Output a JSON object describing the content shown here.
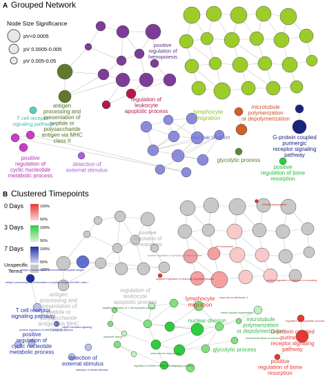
{
  "panel_a": {
    "letter": "A",
    "title": "Grouped Network",
    "legend": {
      "title": "Node Size Significance",
      "items": [
        "pV<0.0005",
        "pV 0.0005-0.005",
        "pV 0.005-0.05"
      ]
    },
    "labels": {
      "hemopoiesis": [
        "positive",
        "regulation of",
        "hemopoiesis"
      ],
      "lymphocyte": [
        "lymphocyte",
        "migration"
      ],
      "antigen": [
        "antigen",
        "processing and",
        "presentation of",
        "peptide or",
        "polysaccharide",
        "antigen via MHC",
        "class II"
      ],
      "leukocyte": [
        "regulation of",
        "leukocyte",
        "apoptotic process"
      ],
      "microtubule": [
        "microtubule",
        "polymerization",
        "or depolymerization"
      ],
      "tcell": [
        "T cell receptor",
        "signaling pathway"
      ],
      "purinergic": [
        "G-protein coupled",
        "purinergic",
        "receptor signaling",
        "pathway"
      ],
      "nuclear": [
        "nuclear division"
      ],
      "cyclic": [
        "positive",
        "regulation of",
        "cyclic nucleotide",
        "metabolic process"
      ],
      "detection": [
        "detection of",
        "external stimulus"
      ],
      "glycolytic": [
        "glycolytic process"
      ],
      "bone": [
        "positive",
        "regulation of bone",
        "resorption"
      ]
    },
    "colors": {
      "purple": "#7d3c98",
      "green": "#9ccc2a",
      "olive": "#5f7a2d",
      "crimson": "#b5174a",
      "blue": "#8b8bdc",
      "orange": "#d35f2a",
      "navy": "#1a237e",
      "magenta": "#c93dc6",
      "teal": "#59d0c4",
      "violet": "#a95ee0",
      "darkgreen": "#5a8a3a",
      "brightgreen": "#2ecc40"
    }
  },
  "panel_b": {
    "letter": "B",
    "title": "Clustered Timepoints",
    "legend": {
      "groups": [
        {
          "label": "0 Days",
          "top": "100%",
          "bottom": "50%",
          "color": "#e53935"
        },
        {
          "label": "3 Days",
          "top": "100%",
          "bottom": "50%",
          "color": "#2ecc40"
        },
        {
          "label": "7 Days",
          "top": "100%",
          "bottom": "50%",
          "color": "#1e2fa0"
        }
      ],
      "unspecific": [
        "Unspecific",
        "Terms"
      ],
      "unspecific_value": "<50%"
    },
    "labels": {
      "hemopoiesis": [
        "positive",
        "regulation of",
        "hemopoiesis"
      ],
      "lymphocyte": [
        "lymphocyte",
        "migration"
      ],
      "antigen": [
        "antigen",
        "processing and",
        "presentation of",
        "peptide or",
        "polysaccharide",
        "antigen via MHC",
        "class II"
      ],
      "leukocyte": [
        "regulation of",
        "leukocyte",
        "apoptotic process"
      ],
      "microtubule": [
        "microtubule",
        "polymerization",
        "or depolymerization"
      ],
      "tcell": [
        "T cell receptor",
        "signaling pathway"
      ],
      "purinergic": [
        "G-protein coupled",
        "purinergic",
        "receptor signaling",
        "pathway"
      ],
      "nuclear": [
        "nuclear division"
      ],
      "cyclic": [
        "positive",
        "regulation of",
        "cyclic nucleotide",
        "metabolic process"
      ],
      "detection": [
        "detection of",
        "external stimulus"
      ],
      "glycolytic": [
        "glycolytic process"
      ],
      "bone": [
        "positive",
        "regulation of bone",
        "resorption"
      ]
    },
    "small_labels": {
      "extravasation": "cellular extravasation",
      "chemotaxis": "cell chemotaxis",
      "lymph_diff": "positive regulation of lymphocyte differentiation",
      "neg_leuko": "negative regulation of leukocyte apoptotic process",
      "resp_il1": "response to interleukin-1",
      "resp_wound": "positive regulation of response to wounding",
      "antigen_endog": "antigen processing and presentation of peptide antigen",
      "antigen_mhc1": "antigen processing and presentation of peptide antigen via MHC class I",
      "camp": "cAMP-mediated signaling",
      "pos_camp": "positive regulation of cAMP metabolic process",
      "abiotic": "detection of abiotic stimulus",
      "bisphos": "regulation of biosynthetic process",
      "spindle": "mitotic spindle organization",
      "chromosome": "chromosome segregation",
      "organelle": "organelle fission",
      "mitotic_transition": "regulation of mitotic metaphase/anaphase transition",
      "neg_apop": "negative regulation of T cell apoptotic process",
      "microtubule_based": "microtubule-based movement"
    }
  }
}
